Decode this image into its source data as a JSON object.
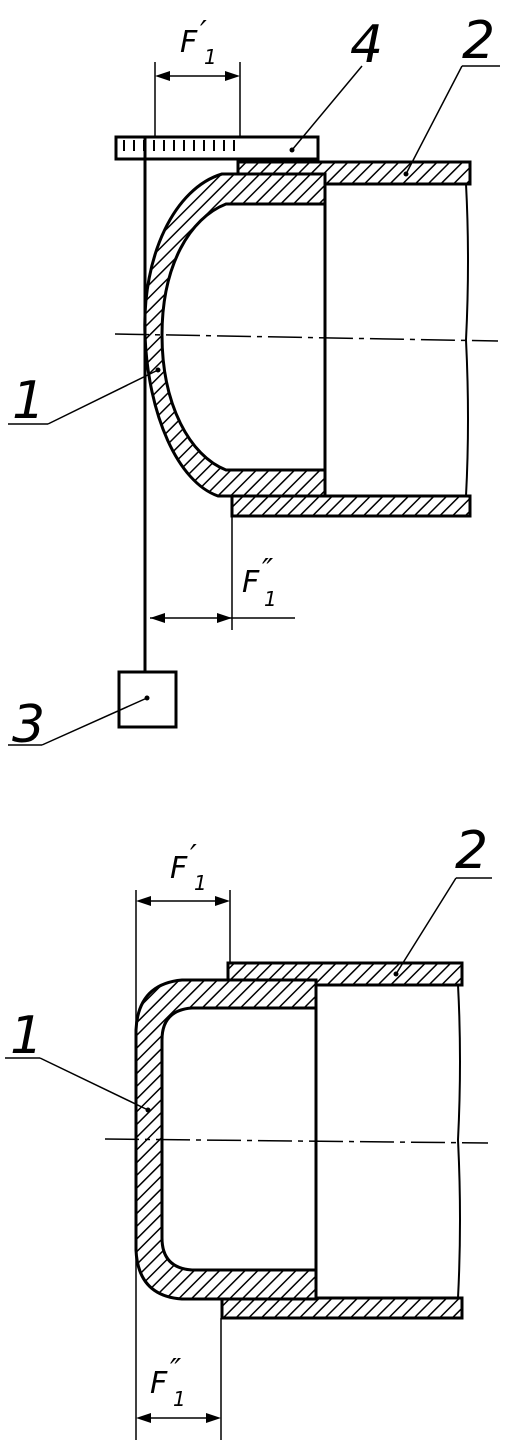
{
  "figure_top": {
    "labels": {
      "part_1": "1",
      "part_2": "2",
      "part_3": "3",
      "part_4": "4"
    },
    "dim_upper": {
      "main": "F",
      "prime": "′",
      "sub": "1"
    },
    "dim_lower": {
      "main": "F",
      "prime": "″",
      "sub": "1"
    }
  },
  "figure_bottom": {
    "labels": {
      "part_1": "1",
      "part_2": "2"
    },
    "dim_upper": {
      "main": "F",
      "prime": "′",
      "sub": "1"
    },
    "dim_lower": {
      "main": "F",
      "prime": "″",
      "sub": "1"
    }
  },
  "colors": {
    "ink": "#000000",
    "paper": "#ffffff"
  }
}
